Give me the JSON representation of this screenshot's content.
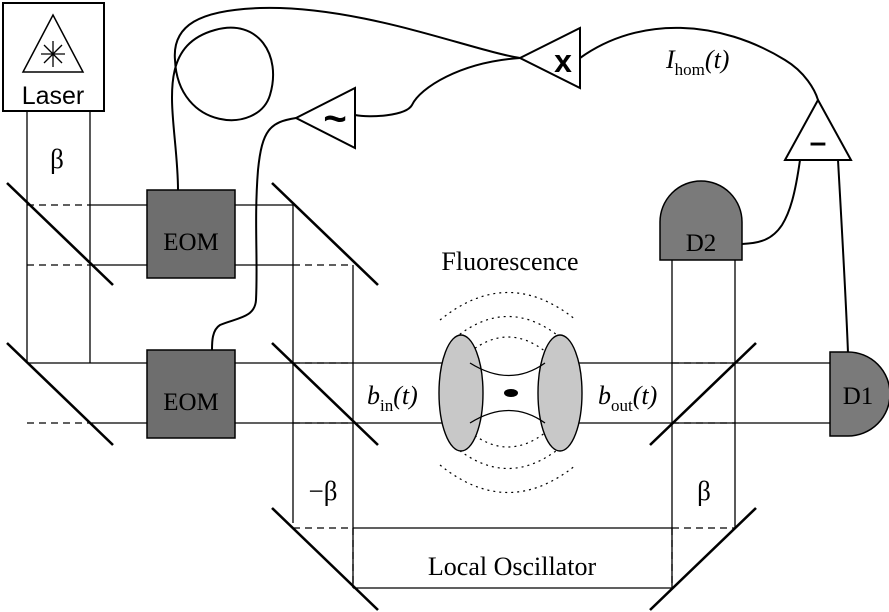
{
  "labels": {
    "laser": "Laser",
    "beta_left": "β",
    "eom_top": "EOM",
    "eom_bottom": "EOM",
    "fluorescence": "Fluorescence",
    "d2": "D2",
    "d1": "D1",
    "b_in_base": "b",
    "b_in_sub": "in",
    "b_in_arg": "(t)",
    "b_out_base": "b",
    "b_out_sub": "out",
    "b_out_arg": "(t)",
    "neg_beta": "−β",
    "beta_right": "β",
    "local_oscillator": "Local Oscillator",
    "i_hom_base": "I",
    "i_hom_sub": "hom",
    "i_hom_arg": "(t)",
    "multiplier_symbol": "x",
    "lowpass_symbol": "~",
    "subtractor_symbol": "–"
  },
  "colors": {
    "ink": "#000000",
    "eom_fill": "#6e6e6e",
    "detector_fill": "#7a7a7a",
    "lens_fill": "#c8c8c8",
    "background": "#ffffff"
  },
  "icons": {
    "laser_symbol": "laser-warning-triangle-icon"
  }
}
